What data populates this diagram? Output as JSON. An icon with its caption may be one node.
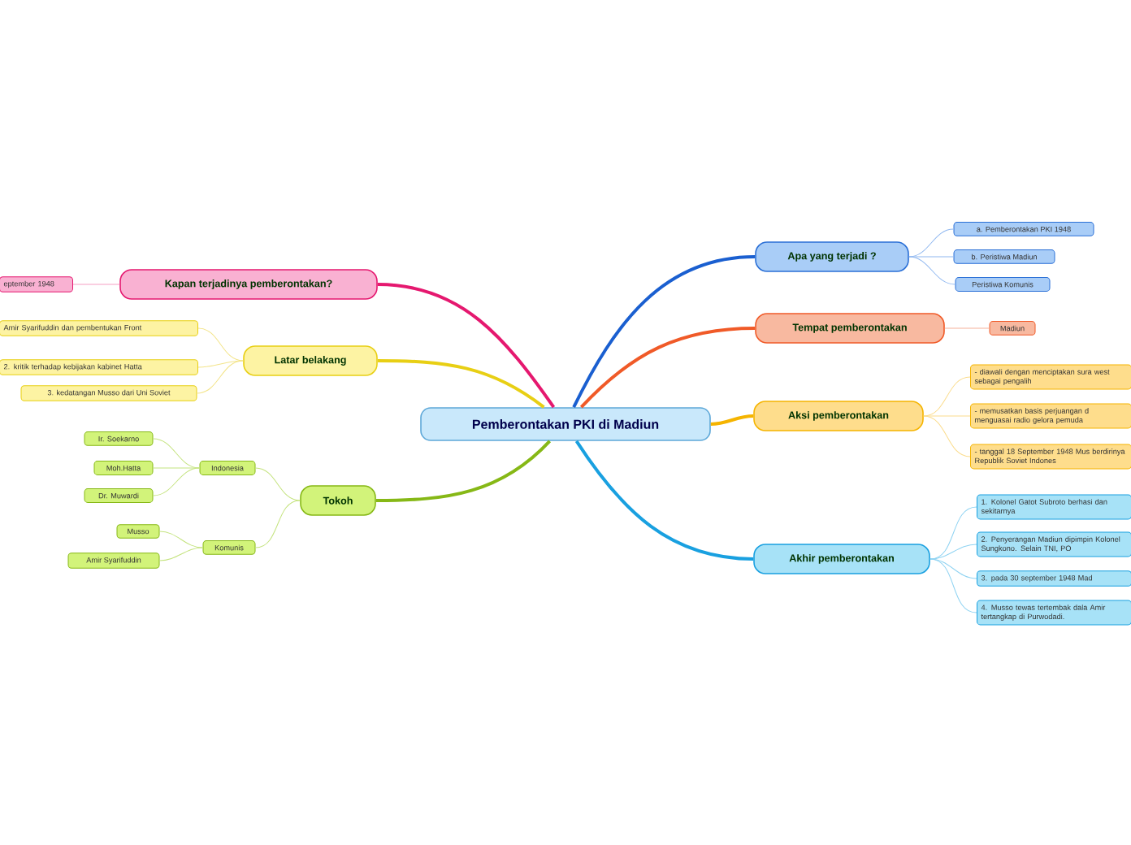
{
  "diagram": {
    "nodes": [
      {
        "text": [
          "Pemberontakan PKI di Madiun"
        ]
      },
      {
        "text": [
          "Apa yang terjadi ?"
        ]
      },
      {
        "text": [
          "a. Pemberontakan PKI 1948"
        ]
      },
      {
        "text": [
          "b. Peristiwa Madiun"
        ]
      },
      {
        "text": [
          "Peristiwa Komunis"
        ]
      },
      {
        "text": [
          "Tempat pemberontakan"
        ]
      },
      {
        "text": [
          "Madiun"
        ]
      },
      {
        "text": [
          "Aksi pemberontakan"
        ]
      },
      {
        "text": [
          "- diawali dengan menciptakan sura west sebagai pengalih"
        ]
      },
      {
        "text": [
          "- memusatkan basis perjuangan d menguasai radio gelora pemuda"
        ]
      },
      {
        "text": [
          "- tanggal 18 September 1948 Mus berdirinya Republik Soviet Indones"
        ]
      },
      {
        "text": [
          "Akhir pemberontakan"
        ]
      },
      {
        "text": [
          "1. Kolonel Gatot Subroto berhasi dan sekitarnya"
        ]
      },
      {
        "text": [
          "2. Penyerangan Madiun dipimpin Kolonel Sungkono. Selain TNI, PO"
        ]
      },
      {
        "text": [
          "3. pada 30 september 1948 Mad"
        ]
      },
      {
        "text": [
          "4. Musso tewas tertembak dala Amir tertangkap di Purwodadi."
        ]
      },
      {
        "text": [
          "Kapan terjadinya pemberontakan?"
        ]
      },
      {
        "text": [
          "eptember 1948"
        ]
      },
      {
        "text": [
          "Latar belakang"
        ]
      },
      {
        "text": [
          "Amir Syarifuddin dan pembentukan Front"
        ]
      },
      {
        "text": [
          "2. kritik terhadap kebijakan kabinet Hatta"
        ]
      },
      {
        "text": [
          "3. kedatangan Musso dari Uni Soviet"
        ]
      },
      {
        "text": [
          "Tokoh"
        ]
      },
      {
        "text": [
          "Indonesia"
        ]
      },
      {
        "text": [
          "Ir. Soekarno"
        ]
      },
      {
        "text": [
          "Moh.Hatta"
        ]
      },
      {
        "text": [
          "Dr. Muwardi"
        ]
      },
      {
        "text": [
          "Komunis"
        ]
      },
      {
        "text": [
          "Musso"
        ]
      },
      {
        "text": [
          "Amir Syarifuddin"
        ]
      }
    ],
    "edges": [
      {
        "from": 0,
        "to": 1,
        "arrow": "none",
        "style": "thick",
        "color": "#1a5fd0"
      },
      {
        "from": 1,
        "to": 2,
        "arrow": "none",
        "color": "#8fb7f0"
      },
      {
        "from": 1,
        "to": 3,
        "arrow": "none",
        "color": "#8fb7f0"
      },
      {
        "from": 1,
        "to": 4,
        "arrow": "none",
        "color": "#8fb7f0"
      },
      {
        "from": 0,
        "to": 5,
        "arrow": "none",
        "style": "thick",
        "color": "#f05a28"
      },
      {
        "from": 5,
        "to": 6,
        "arrow": "none",
        "color": "#f6b29a"
      },
      {
        "from": 0,
        "to": 7,
        "arrow": "none",
        "style": "thick",
        "color": "#f5b400"
      },
      {
        "from": 7,
        "to": 8,
        "arrow": "none",
        "color": "#fbdc8c"
      },
      {
        "from": 7,
        "to": 9,
        "arrow": "none",
        "color": "#fbdc8c"
      },
      {
        "from": 7,
        "to": 10,
        "arrow": "none",
        "color": "#fbdc8c"
      },
      {
        "from": 0,
        "to": 11,
        "arrow": "none",
        "style": "thick",
        "color": "#19a0e0"
      },
      {
        "from": 11,
        "to": 12,
        "arrow": "none",
        "color": "#8fd3f2"
      },
      {
        "from": 11,
        "to": 13,
        "arrow": "none",
        "color": "#8fd3f2"
      },
      {
        "from": 11,
        "to": 14,
        "arrow": "none",
        "color": "#8fd3f2"
      },
      {
        "from": 11,
        "to": 15,
        "arrow": "none",
        "color": "#8fd3f2"
      },
      {
        "from": 0,
        "to": 16,
        "arrow": "none",
        "style": "thick",
        "color": "#e5186f"
      },
      {
        "from": 16,
        "to": 17,
        "arrow": "none",
        "color": "#f5a0c4"
      },
      {
        "from": 0,
        "to": 18,
        "arrow": "none",
        "style": "thick",
        "color": "#e8cf14"
      },
      {
        "from": 18,
        "to": 19,
        "arrow": "none",
        "color": "#f3e48a"
      },
      {
        "from": 18,
        "to": 20,
        "arrow": "none",
        "color": "#f3e48a"
      },
      {
        "from": 18,
        "to": 21,
        "arrow": "none",
        "color": "#f3e48a"
      },
      {
        "from": 0,
        "to": 22,
        "arrow": "none",
        "style": "thick",
        "color": "#86b816"
      },
      {
        "from": 22,
        "to": 23,
        "arrow": "none",
        "color": "#c4e37e"
      },
      {
        "from": 23,
        "to": 24,
        "arrow": "none",
        "color": "#c4e37e"
      },
      {
        "from": 23,
        "to": 25,
        "arrow": "none",
        "color": "#c4e37e"
      },
      {
        "from": 23,
        "to": 26,
        "arrow": "none",
        "color": "#c4e37e"
      },
      {
        "from": 22,
        "to": 27,
        "arrow": "none",
        "color": "#c4e37e"
      },
      {
        "from": 27,
        "to": 28,
        "arrow": "none",
        "color": "#c4e37e"
      },
      {
        "from": 27,
        "to": 29,
        "arrow": "none",
        "color": "#c4e37e"
      }
    ]
  }
}
